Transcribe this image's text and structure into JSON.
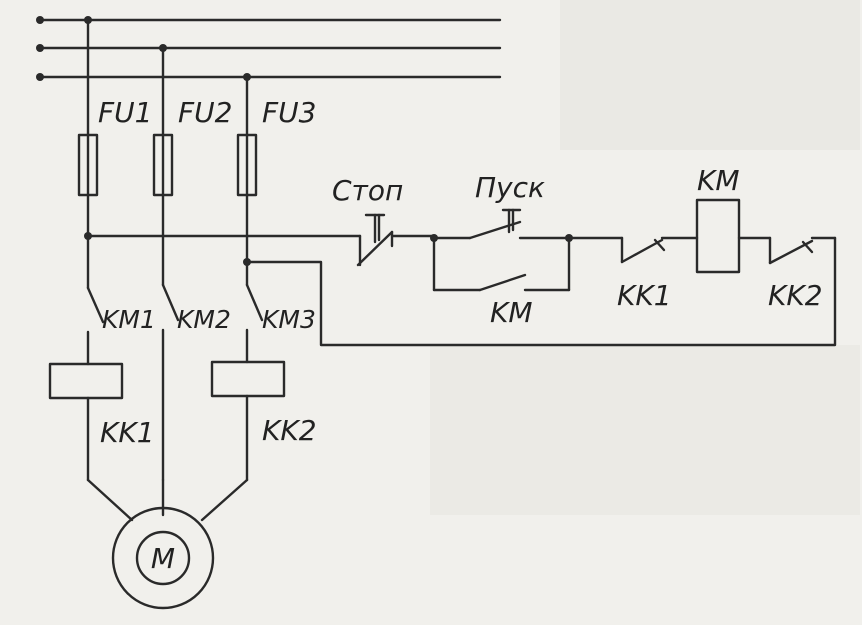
{
  "labels": {
    "fu1": "FU1",
    "fu2": "FU2",
    "fu3": "FU3",
    "km1": "KM1",
    "km2": "KM2",
    "km3": "KM3",
    "kk1_left": "KK1",
    "kk2_left": "KK2",
    "stop": "Стоп",
    "start": "Пуск",
    "km_coil": "KM",
    "km_hold": "KM",
    "kk1_right": "KK1",
    "kk2_right": "KK2",
    "motor": "M"
  },
  "colors": {
    "ink": "#2a2a2a",
    "paper": "#f1f0ec",
    "bleed": "#c9c8c3"
  }
}
